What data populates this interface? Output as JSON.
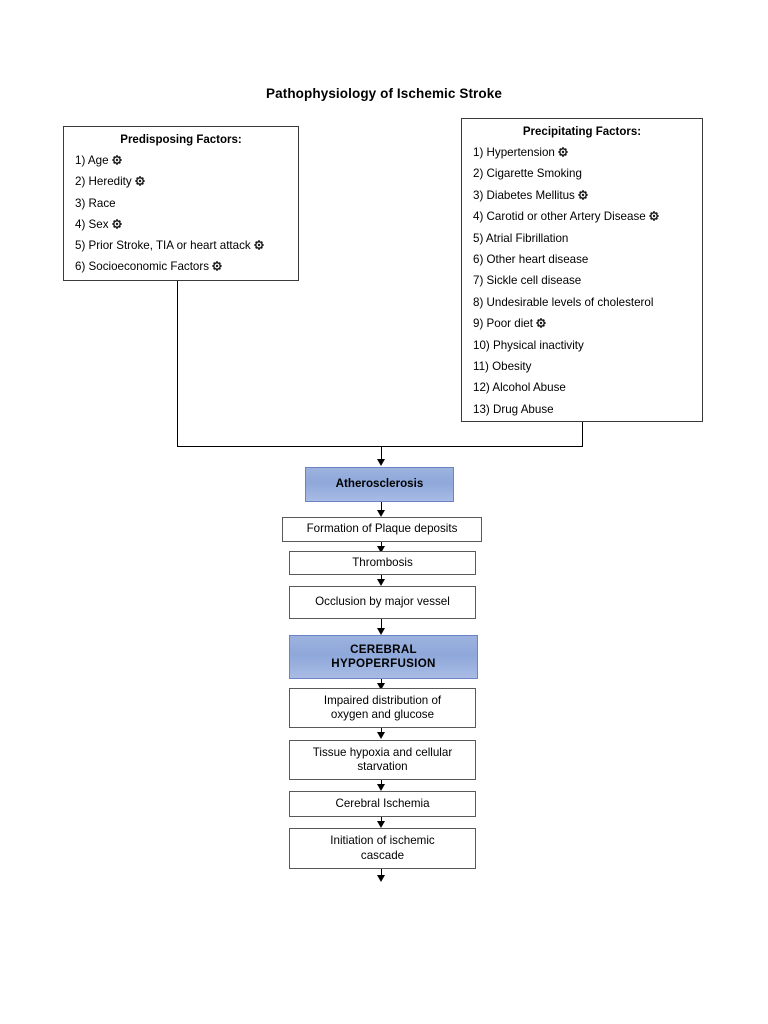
{
  "document": {
    "title": "Pathophysiology of Ischemic Stroke"
  },
  "icons": {
    "gear": "gear-icon"
  },
  "colors": {
    "accent_box_fill": "#8EA8DA",
    "accent_box_border": "#6B84C4",
    "plain_box_border": "#595959",
    "factor_box_border": "#3A3A3A",
    "connector": "#000000",
    "text": "#000000",
    "background": "#FFFFFF"
  },
  "predisposing": {
    "heading": "Predisposing Factors:",
    "items": [
      {
        "label": "1) Age",
        "gear": true
      },
      {
        "label": "2) Heredity",
        "gear": true
      },
      {
        "label": "3) Race",
        "gear": false
      },
      {
        "label": "4) Sex",
        "gear": true
      },
      {
        "label": "5) Prior Stroke, TIA or heart attack",
        "gear": true
      },
      {
        "label": "6) Socioeconomic Factors",
        "gear": true
      }
    ]
  },
  "precipitating": {
    "heading": "Precipitating Factors:",
    "items": [
      {
        "label": "1) Hypertension",
        "gear": true
      },
      {
        "label": "2) Cigarette Smoking",
        "gear": false
      },
      {
        "label": "3) Diabetes Mellitus",
        "gear": true
      },
      {
        "label": "4) Carotid or other Artery Disease",
        "gear": true
      },
      {
        "label": "5) Atrial Fibrillation",
        "gear": false
      },
      {
        "label": "6) Other heart disease",
        "gear": false
      },
      {
        "label": "7) Sickle cell disease",
        "gear": false
      },
      {
        "label": "8) Undesirable levels of cholesterol",
        "gear": false
      },
      {
        "label": "9) Poor diet",
        "gear": true
      },
      {
        "label": "10) Physical inactivity",
        "gear": false
      },
      {
        "label": "11) Obesity",
        "gear": false
      },
      {
        "label": "12) Alcohol Abuse",
        "gear": false
      },
      {
        "label": "13) Drug Abuse",
        "gear": false
      }
    ]
  },
  "chart_data": {
    "type": "diagram",
    "title": "Pathophysiology of Ischemic Stroke",
    "flow": [
      {
        "id": "atherosclerosis",
        "label": "Atherosclerosis",
        "style": "accent"
      },
      {
        "id": "plaque",
        "label": "Formation of Plaque deposits",
        "style": "plain"
      },
      {
        "id": "thrombosis",
        "label": "Thrombosis",
        "style": "plain"
      },
      {
        "id": "occlusion",
        "label": "Occlusion by major vessel",
        "style": "plain"
      },
      {
        "id": "hypoperfusion",
        "label": "CEREBRAL HYPOPERFUSION",
        "style": "accent"
      },
      {
        "id": "impaired",
        "label": "Impaired distribution of oxygen and glucose",
        "style": "plain"
      },
      {
        "id": "hypoxia",
        "label": "Tissue hypoxia and cellular starvation",
        "style": "plain"
      },
      {
        "id": "ischemia",
        "label": "Cerebral Ischemia",
        "style": "plain"
      },
      {
        "id": "cascade",
        "label": "Initiation of ischemic cascade",
        "style": "plain"
      }
    ]
  },
  "flow_boxes": {
    "atherosclerosis": {
      "line1": "Atherosclerosis"
    },
    "plaque": {
      "line1": "Formation of Plaque deposits"
    },
    "thrombosis": {
      "line1": "Thrombosis"
    },
    "occlusion": {
      "line1": "Occlusion by major vessel"
    },
    "hypoperfusion": {
      "line1": "CEREBRAL",
      "line2": "HYPOPERFUSION"
    },
    "impaired": {
      "line1": "Impaired distribution of",
      "line2": "oxygen and glucose"
    },
    "hypoxia": {
      "line1": "Tissue hypoxia and cellular",
      "line2": "starvation"
    },
    "ischemia": {
      "line1": "Cerebral Ischemia"
    },
    "cascade": {
      "line1": "Initiation of ischemic",
      "line2": "cascade"
    }
  }
}
